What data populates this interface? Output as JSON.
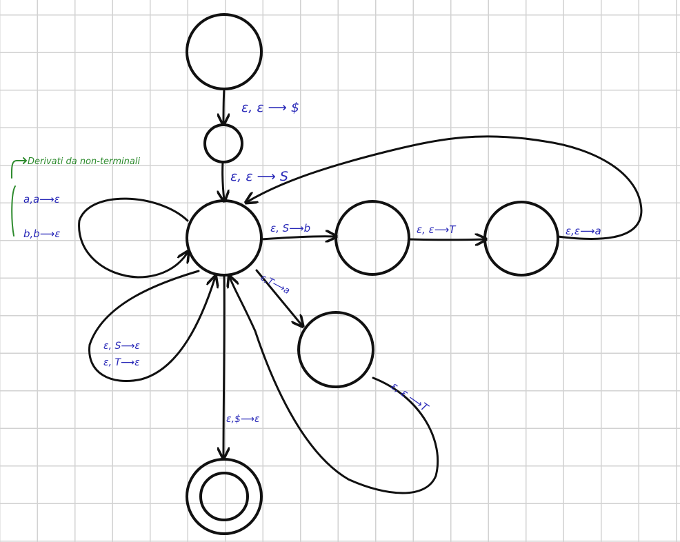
{
  "colors": {
    "ink": "#111111",
    "label": "#2929b8",
    "note": "#2e8b2e",
    "grid": "#d2d2d2"
  },
  "transitions": {
    "push_bottom": "ε, ε ⟶ $",
    "push_start": "ε, ε ⟶ S",
    "s_to_b": "ε, S⟶b",
    "eps_to_T": "ε, ε⟶T",
    "eps_to_a": "ε,ε⟶a",
    "T_to_a": "ε,T⟶a",
    "eps_to_T2": "ε, ε ⟶T",
    "s_to_eps": "ε, S⟶ε",
    "T_to_eps": "ε, T⟶ε",
    "pop_bottom": "ε,$⟶ε"
  },
  "side_note": {
    "title": "Derivati da non-terminali",
    "rule_a": "a,a⟶ε",
    "rule_b": "b,b⟶ε"
  }
}
